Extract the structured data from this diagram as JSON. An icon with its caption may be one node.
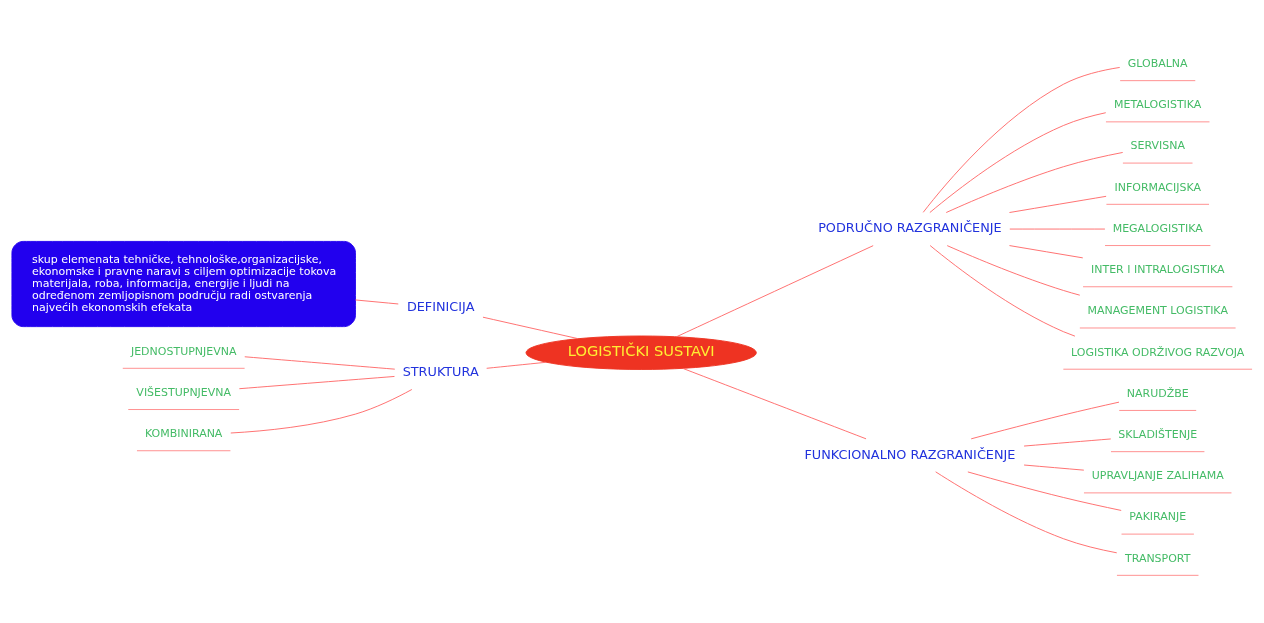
{
  "diagram": {
    "nodes": [
      {
        "text": [
          "LOGISTIČKI SUSTAVI"
        ]
      },
      {
        "text": [
          "DEFINICIJA"
        ]
      },
      {
        "text": [
          "skup elemenata tehničke, tehnološke,organizacijske, ekonomske i pravne naravi s ciljem optimizacije tokova materijala, roba, informacija, energije i ljudi na određenom zemljopisnom području radi ostvarenja najvećih ekonomskih efekata"
        ]
      },
      {
        "text": [
          "STRUKTURA"
        ]
      },
      {
        "text": [
          "JEDNOSTUPNJEVNA"
        ]
      },
      {
        "text": [
          "VIŠESTUPNJEVNA"
        ]
      },
      {
        "text": [
          "KOMBINIRANA"
        ]
      },
      {
        "text": [
          "PODRUČNO RAZGRANIČENJE"
        ]
      },
      {
        "text": [
          "GLOBALNA"
        ]
      },
      {
        "text": [
          "METALOGISTIKA"
        ]
      },
      {
        "text": [
          "SERVISNA"
        ]
      },
      {
        "text": [
          "INFORMACIJSKA"
        ]
      },
      {
        "text": [
          "MEGALOGISTIKA"
        ]
      },
      {
        "text": [
          "INTER I INTRALOGISTIKA"
        ]
      },
      {
        "text": [
          "MANAGEMENT LOGISTIKA"
        ]
      },
      {
        "text": [
          "LOGISTIKA ODRŽIVOG RAZVOJA"
        ]
      },
      {
        "text": [
          "FUNKCIONALNO RAZGRANIČENJE"
        ]
      },
      {
        "text": [
          "NARUDŽBE"
        ]
      },
      {
        "text": [
          "SKLADIŠTENJE"
        ]
      },
      {
        "text": [
          "UPRAVLJANJE ZALIHAMA"
        ]
      },
      {
        "text": [
          "PAKIRANJE"
        ]
      },
      {
        "text": [
          "TRANSPORT"
        ]
      }
    ],
    "edges": [
      {
        "from": 0,
        "to": 7,
        "arrow": "none"
      },
      {
        "from": 7,
        "to": 8,
        "arrow": "none"
      },
      {
        "from": 7,
        "to": 9,
        "arrow": "none"
      },
      {
        "from": 7,
        "to": 10,
        "arrow": "none"
      },
      {
        "from": 7,
        "to": 11,
        "arrow": "none"
      },
      {
        "from": 7,
        "to": 12,
        "arrow": "none"
      },
      {
        "from": 7,
        "to": 13,
        "arrow": "none"
      },
      {
        "from": 7,
        "to": 14,
        "arrow": "none"
      },
      {
        "from": 7,
        "to": 15,
        "arrow": "none"
      },
      {
        "from": 0,
        "to": 1,
        "arrow": "none"
      },
      {
        "from": 1,
        "to": 2,
        "arrow": "none"
      },
      {
        "from": 0,
        "to": 3,
        "arrow": "none"
      },
      {
        "from": 3,
        "to": 4,
        "arrow": "none"
      },
      {
        "from": 3,
        "to": 5,
        "arrow": "none"
      },
      {
        "from": 3,
        "to": 6,
        "arrow": "none"
      },
      {
        "from": 0,
        "to": 16,
        "arrow": "none"
      },
      {
        "from": 16,
        "to": 17,
        "arrow": "none"
      },
      {
        "from": 16,
        "to": 18,
        "arrow": "none"
      },
      {
        "from": 16,
        "to": 19,
        "arrow": "none"
      },
      {
        "from": 16,
        "to": 20,
        "arrow": "none"
      },
      {
        "from": 16,
        "to": 21,
        "arrow": "none"
      }
    ]
  }
}
